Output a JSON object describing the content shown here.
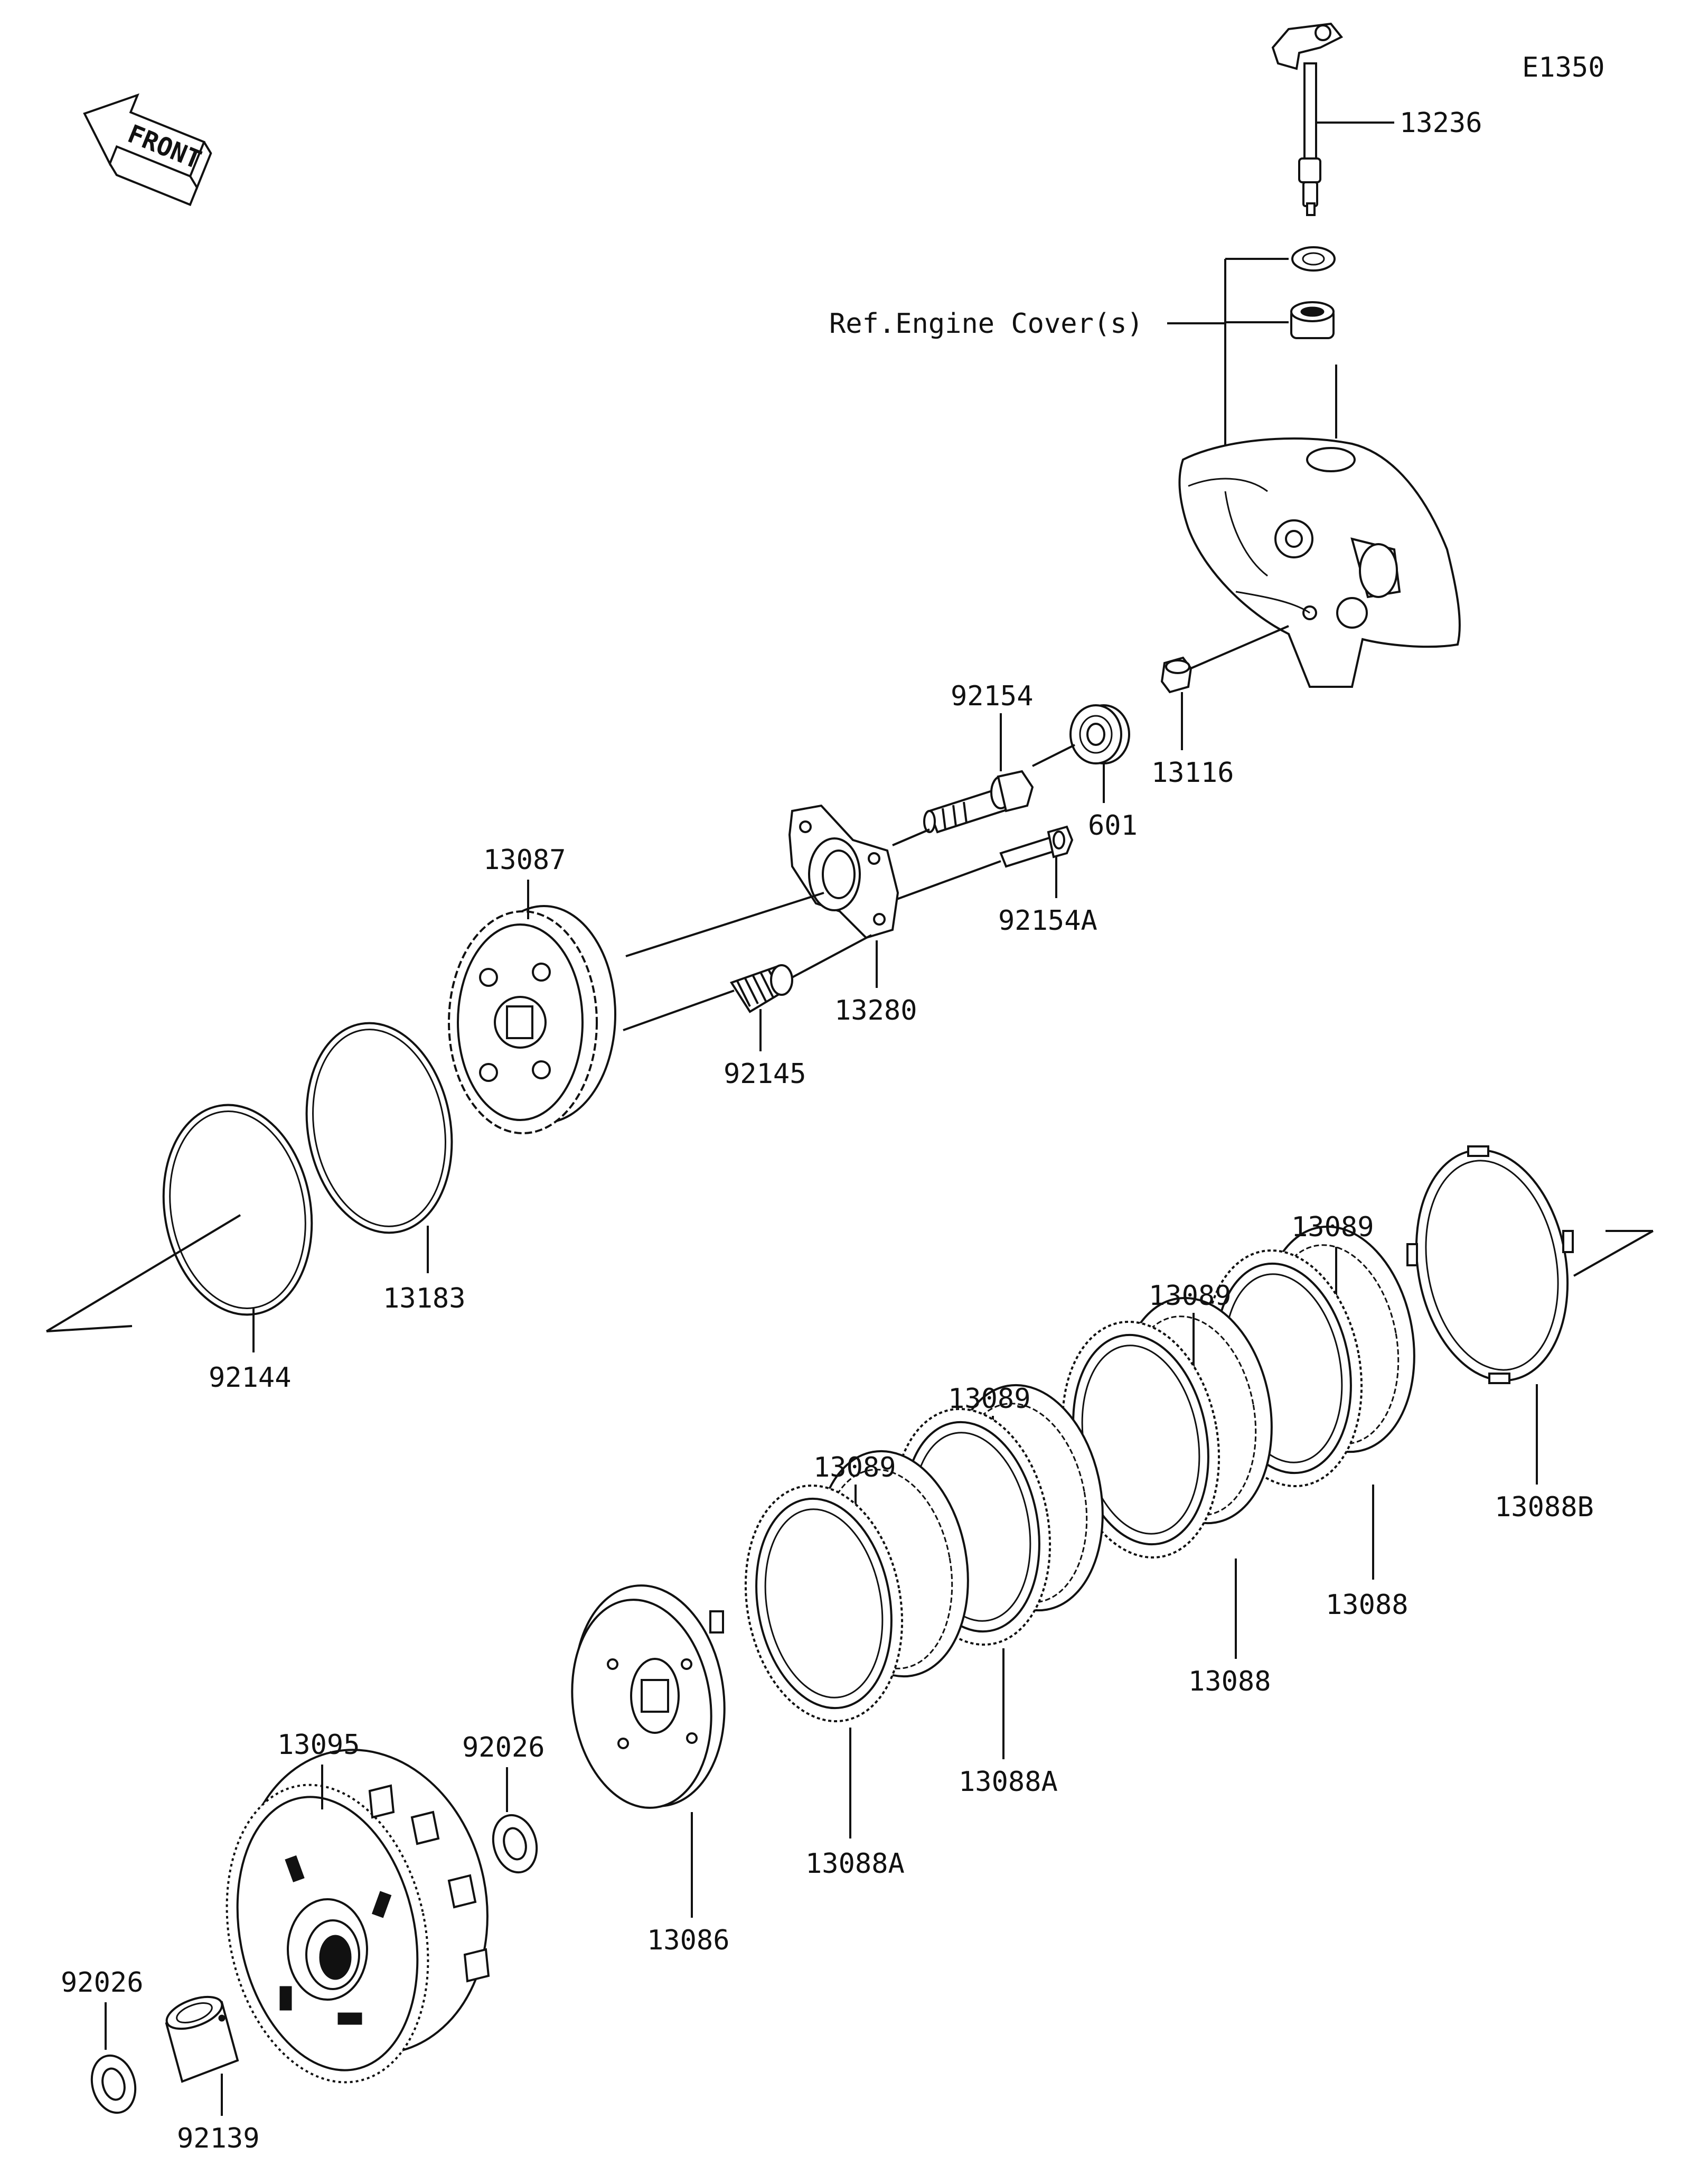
{
  "diagram_code": "E1350",
  "front_label": "FRONT",
  "ref_label": "Ref.Engine Cover(s)",
  "parts": {
    "p13236": "13236",
    "p13116": "13116",
    "p92154": "92154",
    "p601": "601",
    "p92154A": "92154A",
    "p13087": "13087",
    "p13280": "13280",
    "p92145": "92145",
    "p13183": "13183",
    "p92144": "92144",
    "p13089a": "13089",
    "p13089b": "13089",
    "p13089c": "13089",
    "p13089d": "13089",
    "p13088B": "13088B",
    "p13088a": "13088",
    "p13088b": "13088",
    "p13088A1": "13088A",
    "p13088A2": "13088A",
    "p13095": "13095",
    "p92026a": "92026",
    "p13086": "13086",
    "p92026b": "92026",
    "p92139": "92139"
  }
}
